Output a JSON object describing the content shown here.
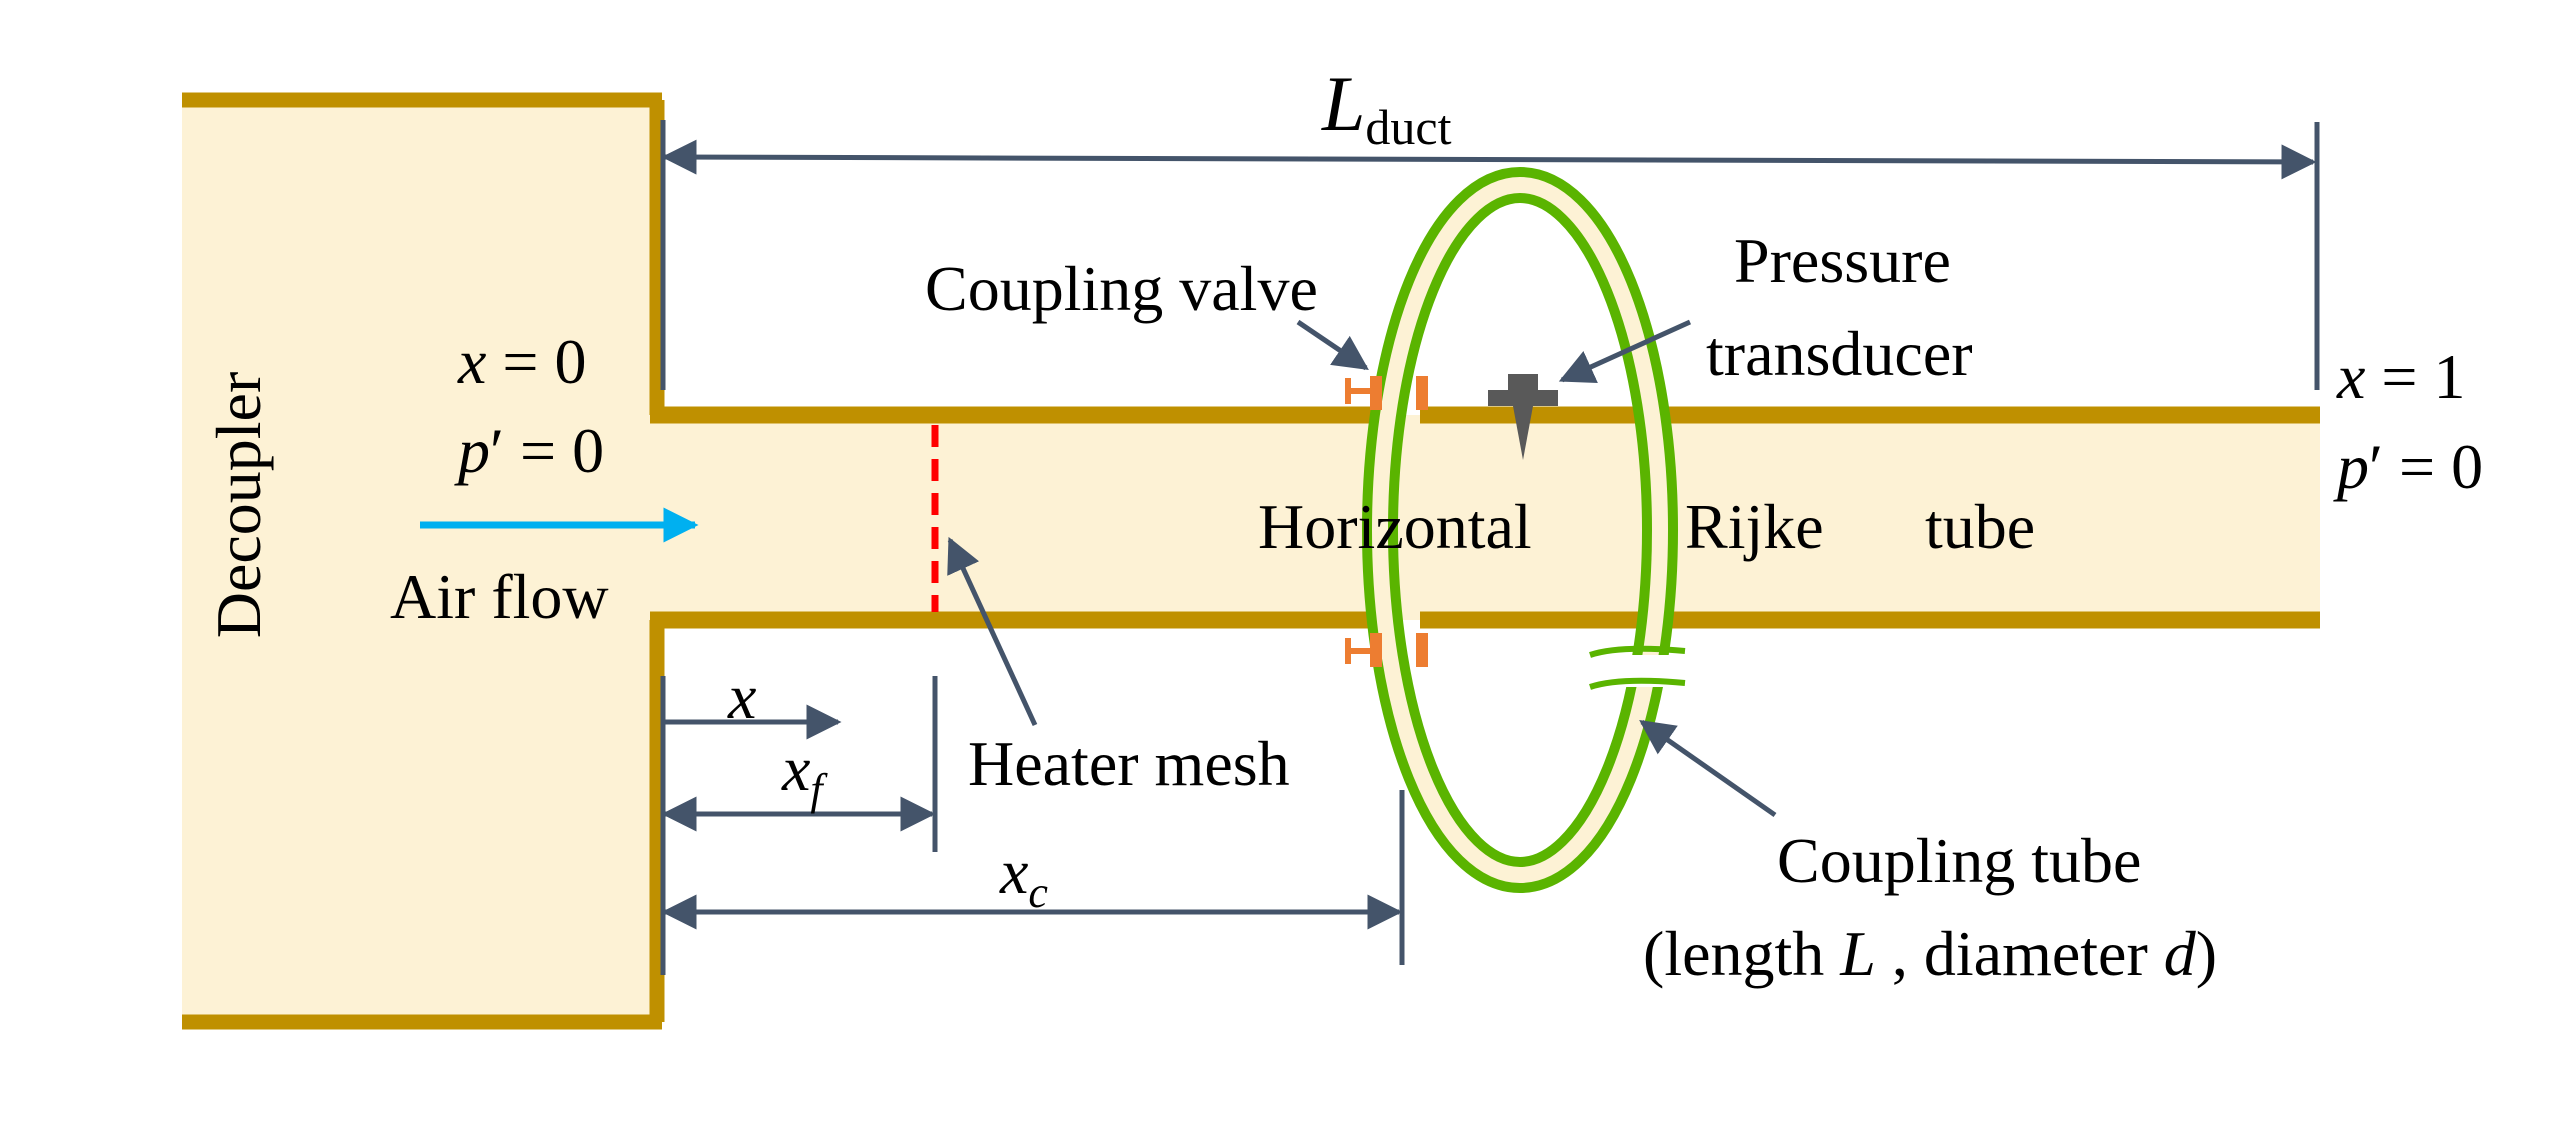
{
  "labels": {
    "decoupler": "Decoupler",
    "l_duct_main": "L",
    "l_duct_sub": "duct",
    "left_x": "x",
    "left_x_eq": " = 0",
    "left_p": "p",
    "left_p_eq": "′ = 0",
    "right_x": "x",
    "right_x_eq": " = 1",
    "right_p": "p",
    "right_p_eq": "′ = 0",
    "air_flow": "Air flow",
    "coupling_valve": "Coupling valve",
    "pressure": "Pressure",
    "transducer": "transducer",
    "tube_word1": "Horizontal",
    "tube_word2": "Rijke",
    "tube_word3": "tube",
    "heater_mesh": "Heater mesh",
    "coupling_tube": "Coupling tube",
    "ct_open": "(length ",
    "ct_L": "L",
    "ct_mid": " , diameter ",
    "ct_d": "d",
    "ct_close": ")",
    "dim_x": "x",
    "dim_xf_main": "x",
    "dim_xf_sub": "f",
    "dim_xc_main": "x",
    "dim_xc_sub": "c"
  },
  "colors": {
    "wall": "#bf9000",
    "fill": "#fdf2d5",
    "dimension": "#44546a",
    "flow_arrow": "#00b0f0",
    "heater": "#ff0000",
    "coupling_tube": "#5ab400",
    "valve": "#ed7d31",
    "transducer": "#595959"
  }
}
